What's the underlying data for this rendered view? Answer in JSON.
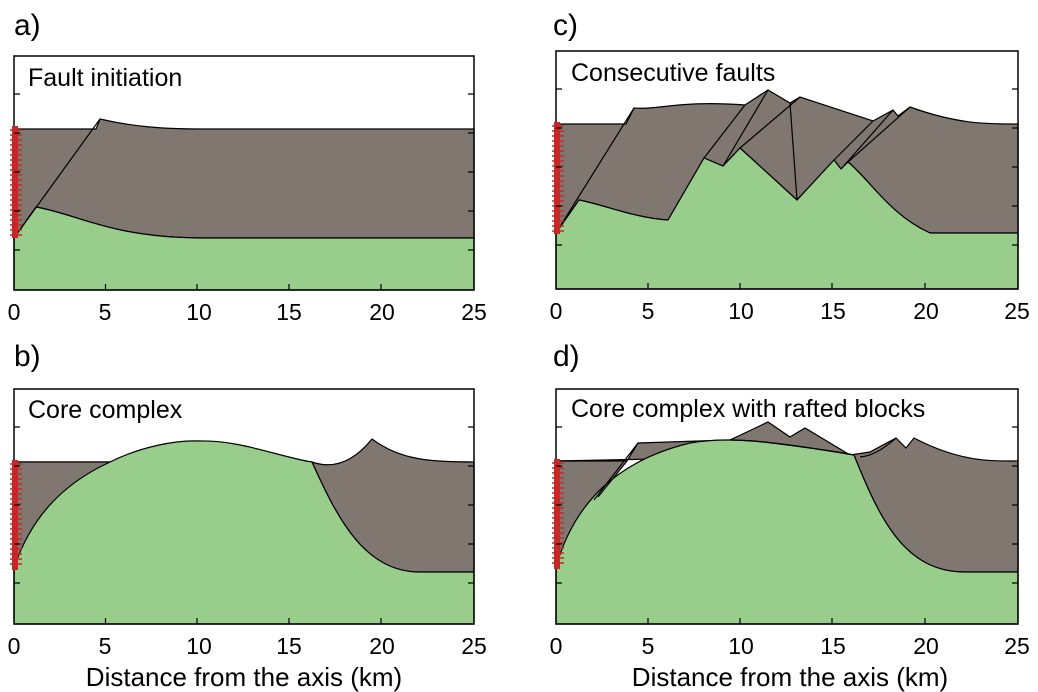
{
  "colors": {
    "crust": "#807870",
    "mantle": "#98cd8b",
    "axis_marker": "#c62828",
    "outline": "#000000"
  },
  "panels": [
    {
      "letter": "a)",
      "title": "Fault initiation",
      "xlabel": ""
    },
    {
      "letter": "b)",
      "title": "Core complex",
      "xlabel": "Distance from the axis (km)"
    },
    {
      "letter": "c)",
      "title": "Consecutive faults",
      "xlabel": ""
    },
    {
      "letter": "d)",
      "title": "Core complex with rafted blocks",
      "xlabel": "Distance from the axis (km)"
    }
  ],
  "x_ticks": [
    "0",
    "5",
    "10",
    "15",
    "20",
    "25"
  ]
}
